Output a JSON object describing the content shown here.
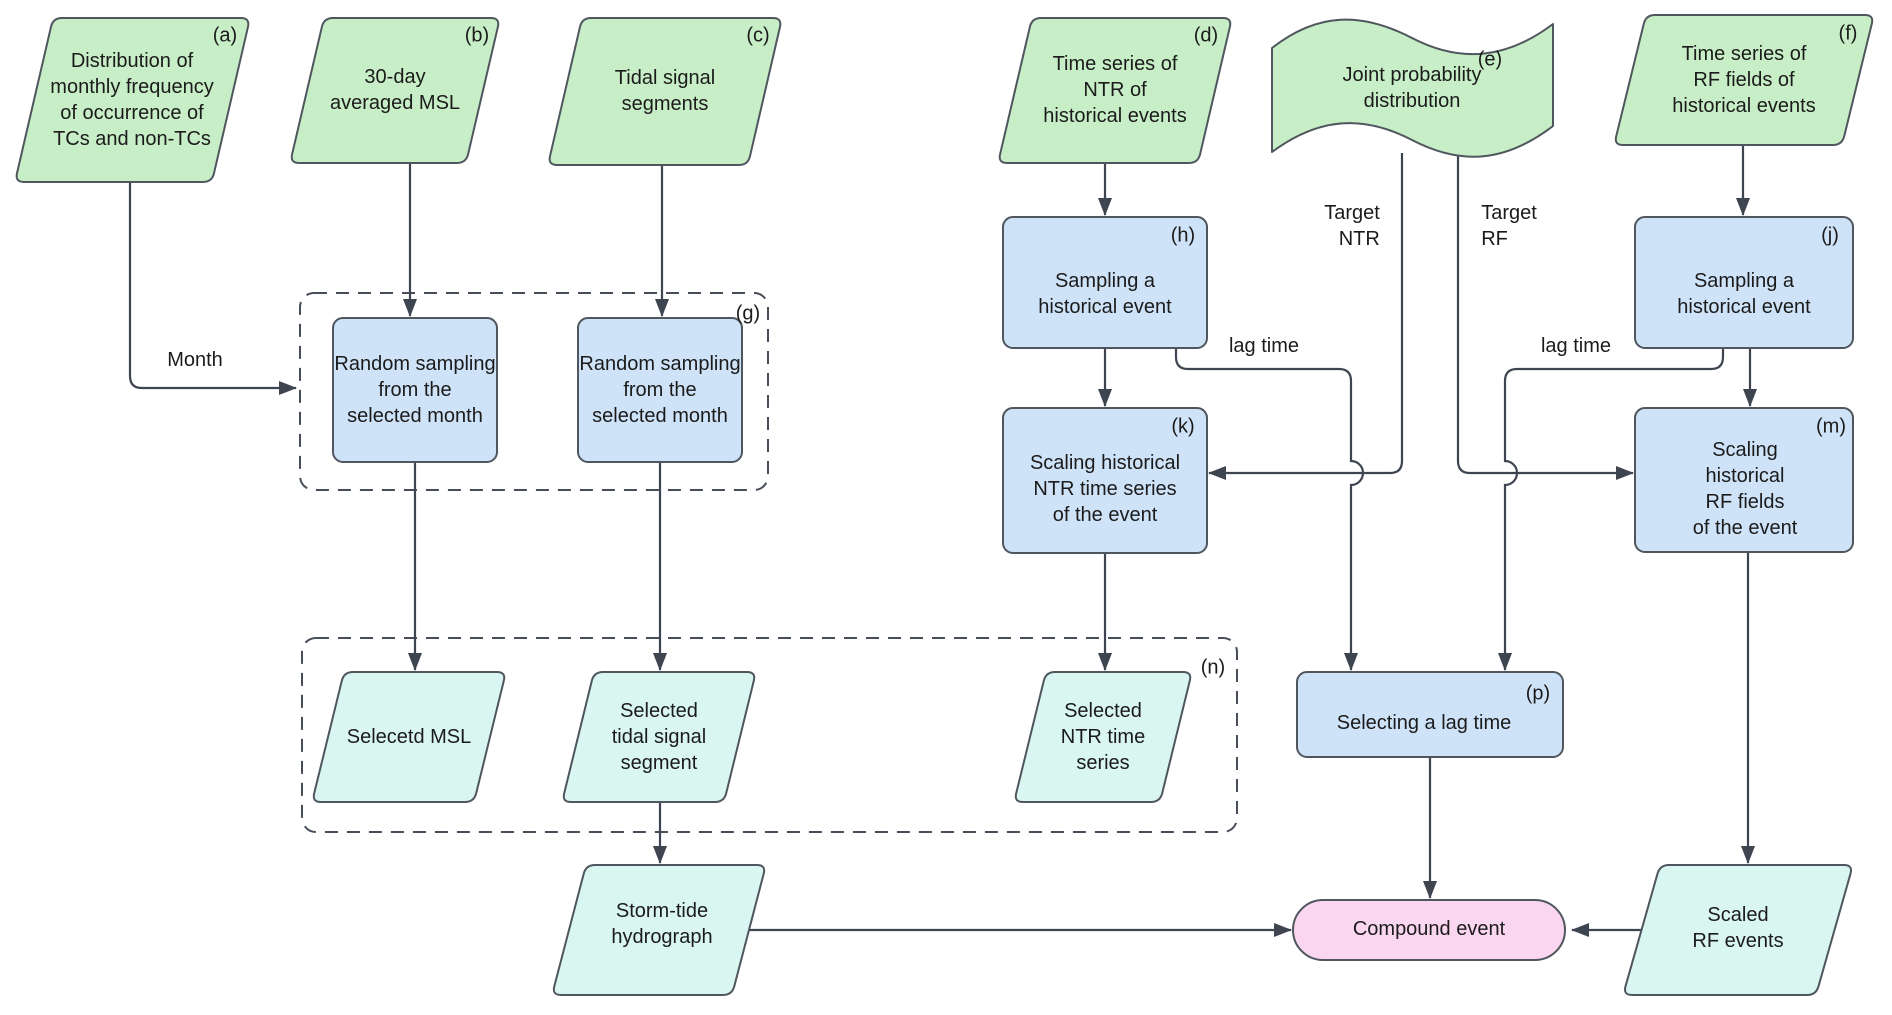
{
  "title": "Stochastic compound event simulation flowchart",
  "colors": {
    "input_green": "#c7eec6",
    "process_blue": "#cfe3f8",
    "output_cyan": "#d9f6f1",
    "result_pink": "#fbd6f1",
    "shape_stroke": "#4f565e",
    "connector": "#3e4550",
    "text": "#1b1b1b",
    "background": "#ffffff"
  },
  "nodes": {
    "a": {
      "tag": "(a)",
      "label": "Distribution of\nmonthly frequency\nof occurrence of\nTCs and non-TCs"
    },
    "b": {
      "tag": "(b)",
      "label": "30-day\naveraged MSL"
    },
    "c": {
      "tag": "(c)",
      "label": "Tidal signal\nsegments"
    },
    "d": {
      "tag": "(d)",
      "label": "Time series of\nNTR of\nhistorical events"
    },
    "e": {
      "tag": "(e)",
      "label": "Joint probability\ndistribution"
    },
    "f": {
      "tag": "(f)",
      "label": "Time series of\nRF fields of\nhistorical events"
    },
    "g": {
      "tag": "(g)"
    },
    "random_sampling_msl": {
      "label": "Random sampling\nfrom the\nselected month"
    },
    "random_sampling_tide": {
      "label": "Random sampling\nfrom the\nselected month"
    },
    "h": {
      "tag": "(h)",
      "label": "Sampling a\nhistorical event"
    },
    "j": {
      "tag": "(j)",
      "label": "Sampling a\nhistorical event"
    },
    "k": {
      "tag": "(k)",
      "label": "Scaling historical\nNTR time series\nof the event"
    },
    "m": {
      "tag": "(m)",
      "label": "Scaling historical\nRF fields\nof the event"
    },
    "n": {
      "tag": "(n)"
    },
    "p": {
      "tag": "(p)",
      "label": "Selecting a lag time"
    },
    "selected_msl": {
      "label": "Selecetd MSL"
    },
    "selected_tidal": {
      "label": "Selected\ntidal signal\nsegment"
    },
    "selected_ntr": {
      "label": "Selected\nNTR time\nseries"
    },
    "storm_tide": {
      "label": "Storm-tide\nhydrograph"
    },
    "scaled_rf": {
      "label": "Scaled\nRF events"
    },
    "compound": {
      "label": "Compound event"
    }
  },
  "edge_labels": {
    "month": "Month",
    "lag_time_left": "lag time",
    "lag_time_right": "lag time",
    "target_ntr": "Target\nNTR",
    "target_rf": "Target\nRF"
  }
}
